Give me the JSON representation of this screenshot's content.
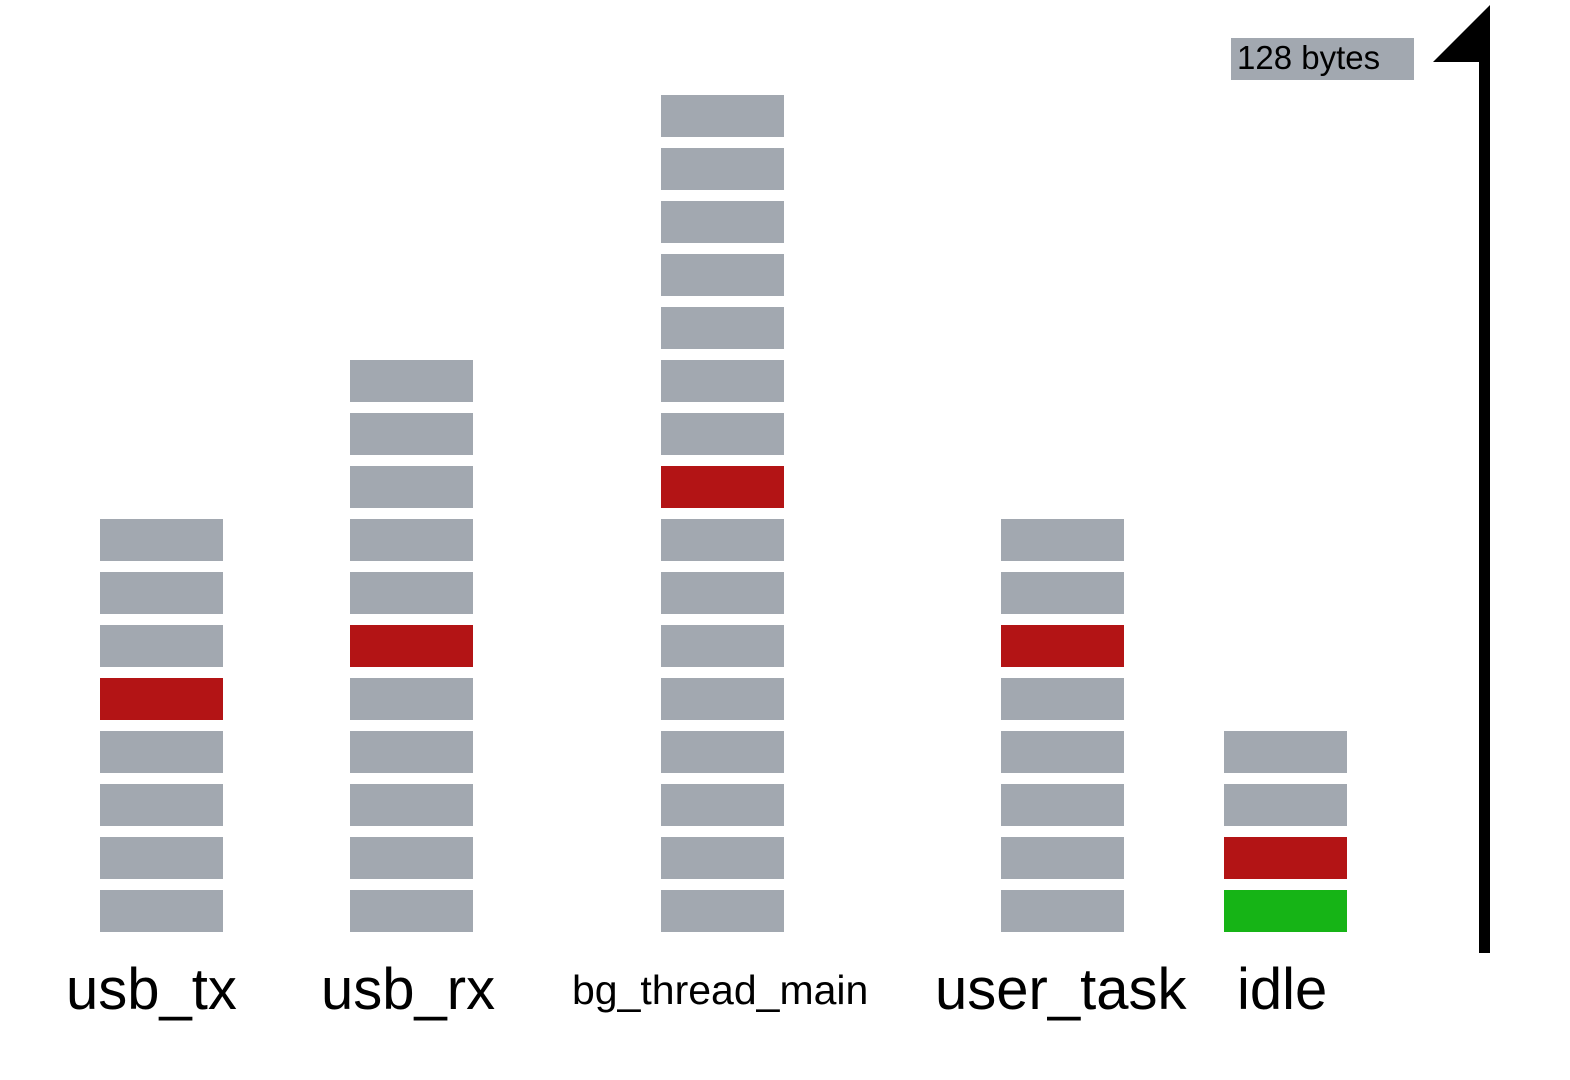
{
  "colors": {
    "block": "#a2a8b0",
    "highlight": "#b31415",
    "free": "#16b416",
    "axis": "#000000"
  },
  "legend": {
    "unit_label": "128 bytes"
  },
  "axis": {
    "icon": "up-arrow-icon"
  },
  "tasks": [
    {
      "name": "usb_tx",
      "blocks": [
        "block",
        "block",
        "block",
        "block",
        "highlight",
        "block",
        "block",
        "block"
      ]
    },
    {
      "name": "usb_rx",
      "blocks": [
        "block",
        "block",
        "block",
        "block",
        "block",
        "highlight",
        "block",
        "block",
        "block",
        "block",
        "block"
      ]
    },
    {
      "name": "bg_thread_main",
      "blocks": [
        "block",
        "block",
        "block",
        "block",
        "block",
        "block",
        "block",
        "block",
        "highlight",
        "block",
        "block",
        "block",
        "block",
        "block",
        "block",
        "block"
      ]
    },
    {
      "name": "user_task",
      "blocks": [
        "block",
        "block",
        "block",
        "block",
        "block",
        "highlight",
        "block",
        "block"
      ]
    },
    {
      "name": "idle",
      "blocks": [
        "free",
        "highlight",
        "block",
        "block"
      ]
    }
  ]
}
